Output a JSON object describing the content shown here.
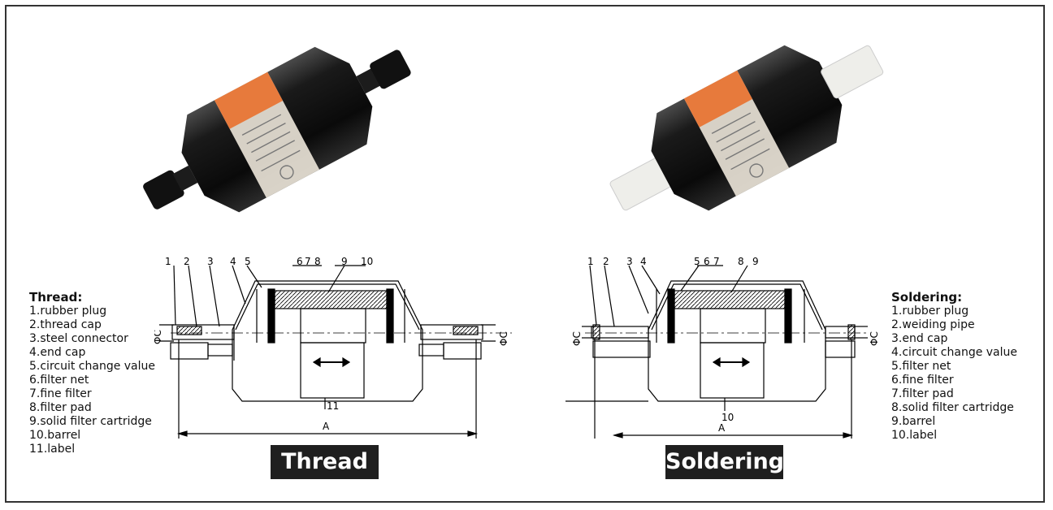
{
  "thread": {
    "title": "Thread:",
    "items": [
      "1.rubber plug",
      "2.thread cap",
      "3.steel connector",
      "4.end cap",
      "5.circuit change value",
      "6.filter net",
      "7.fine filter",
      "8.filter pad",
      "9.solid filter cartridge",
      "10.barrel",
      "11.label"
    ],
    "badge": "Thread",
    "callouts": [
      "1",
      "2",
      "3",
      "4",
      "5",
      "6",
      "7",
      "8",
      "9",
      "10",
      "11"
    ],
    "dim_a": "A",
    "dim_c": "ΦC"
  },
  "soldering": {
    "title": "Soldering:",
    "items": [
      "1.rubber plug",
      "2.weiding pipe",
      "3.end cap",
      "4.circuit change value",
      "5.filter net",
      "6.fine filter",
      "7.filter pad",
      "8.solid filter cartridge",
      "9.barrel",
      "10.label"
    ],
    "badge": "Soldering",
    "callouts": [
      "1",
      "2",
      "3",
      "4",
      "5",
      "6",
      "7",
      "8",
      "9",
      "10"
    ],
    "dim_a": "A",
    "dim_c": "ΦC"
  },
  "colors": {
    "badge_bg": "#1f1f1f",
    "label_orange": "#e77a3c",
    "body_black": "#151515",
    "cap_white": "#eeeeea"
  }
}
